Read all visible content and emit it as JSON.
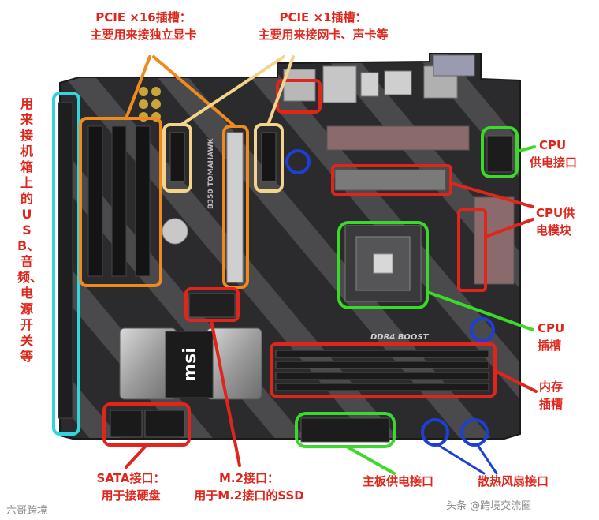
{
  "labels": {
    "pcie16_title": "PCIE  ×16插槽：",
    "pcie16_desc": "主要用来接独立显卡",
    "pcie1_title": "PCIE ×1插槽：",
    "pcie1_desc": "主要用来接网卡、声卡等",
    "usb_vertical": "用来接机箱上的USB、音频、电源开关等",
    "cpu_power_1": "CPU",
    "cpu_power_2": "供电接口",
    "cpu_vrm_1": "CPU供",
    "cpu_vrm_2": "电模块",
    "cpu_socket_1": "CPU",
    "cpu_socket_2": "插槽",
    "memory_1": "内存",
    "memory_2": "插槽",
    "sata_1": "SATA接口：",
    "sata_2": "用于接硬盘",
    "m2_1": "M.2接口：",
    "m2_2": "用于M.2接口的SSD",
    "main_power": "主板供电接口",
    "fan": "散热风扇接口"
  },
  "board": {
    "brand_logo": "msi",
    "model_text": "B350 TOMAHAWK",
    "ddr_text": "DDR4 BOOST"
  },
  "watermarks": {
    "left": "六哥跨境",
    "right": "头条 @跨境交流圈"
  },
  "colors": {
    "label": "#e0261c",
    "red_box": "#e0261c",
    "orange_box": "#f08a1c",
    "cream_box": "#f3d48a",
    "green_box": "#3ad92a",
    "blue_box": "#1d3fd6",
    "cyan_box": "#33d4e0",
    "pcb": "#2c2c2e"
  }
}
